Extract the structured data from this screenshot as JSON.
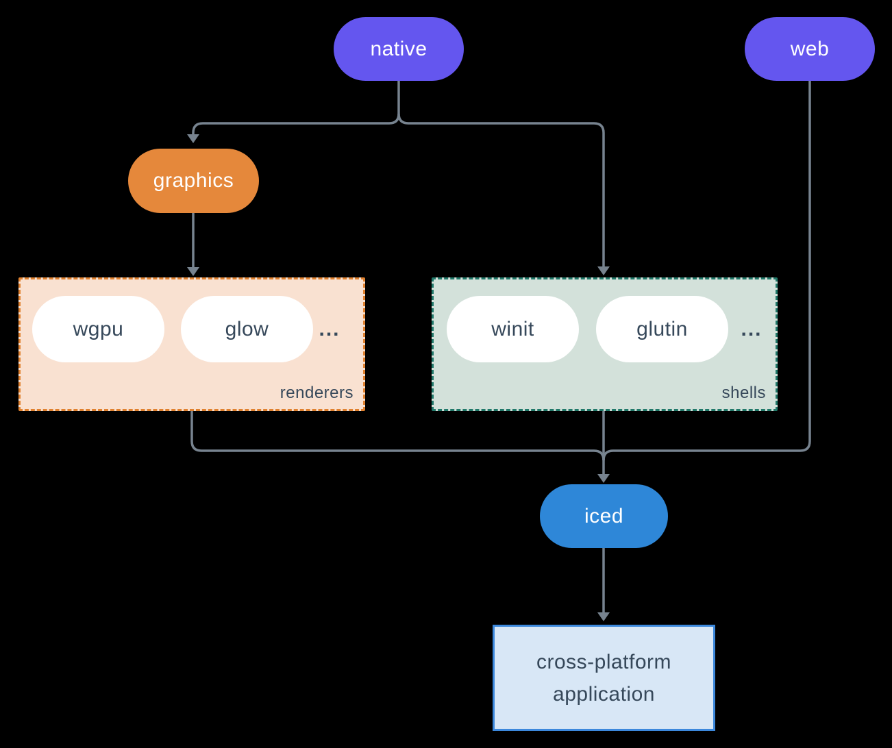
{
  "diagram": {
    "nodes": {
      "native": {
        "label": "native"
      },
      "web": {
        "label": "web"
      },
      "graphics": {
        "label": "graphics"
      },
      "iced": {
        "label": "iced"
      },
      "app": {
        "label": "cross-platform application",
        "lines": [
          "cross-platform",
          "application"
        ]
      }
    },
    "groups": {
      "renderers": {
        "label": "renderers",
        "items": [
          "wgpu",
          "glow"
        ],
        "more": "..."
      },
      "shells": {
        "label": "shells",
        "items": [
          "winit",
          "glutin"
        ],
        "more": "..."
      }
    },
    "edges": [
      {
        "from": "native",
        "to": "graphics"
      },
      {
        "from": "native",
        "to": "shells"
      },
      {
        "from": "graphics",
        "to": "renderers"
      },
      {
        "from": "renderers",
        "to": "iced"
      },
      {
        "from": "shells",
        "to": "iced"
      },
      {
        "from": "web",
        "to": "iced"
      },
      {
        "from": "iced",
        "to": "app"
      }
    ],
    "colors": {
      "background": "#000000",
      "line": "#77838f",
      "purple": "#6456ef",
      "orange": "#e5883b",
      "blue": "#2e87d8",
      "renderers_fill": "#f9e1d1",
      "renderers_border": "#e0812f",
      "shells_fill": "#d3e1da",
      "shells_border": "#21796a",
      "app_fill": "#d8e7f6",
      "app_border": "#3c88dc",
      "ink": "#36485a",
      "pill_text": "#ffffff"
    }
  }
}
